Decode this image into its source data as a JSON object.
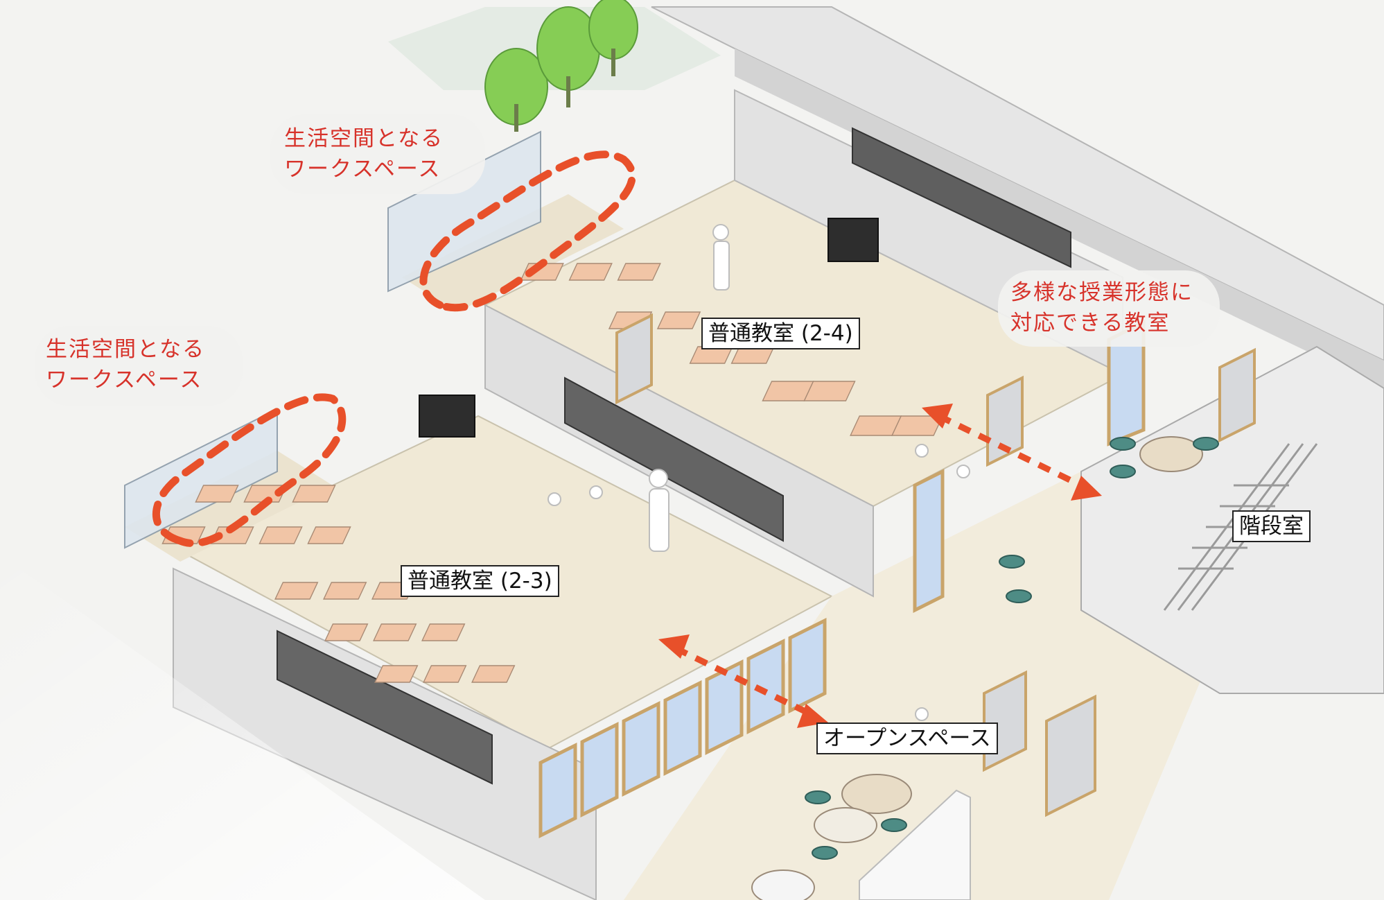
{
  "labels": {
    "workspace_top": [
      "生活空間となる",
      "ワークスペース"
    ],
    "workspace_left": [
      "生活空間となる",
      "ワークスペース"
    ],
    "diverse_classroom": [
      "多様な授業形態に",
      "対応できる教室"
    ],
    "room_2_4": "普通教室 (2-4)",
    "room_2_3": "普通教室 (2-3)",
    "open_space": "オープンスペース",
    "stairwell": "階段室"
  },
  "colors": {
    "accent_red": "#e8502a",
    "label_red": "#d7322a",
    "desk": "#efc4a8",
    "floor": "#efe8d6",
    "wall": "#e9e9e9",
    "wall_dark": "#bdbdbd",
    "glass": "#c9daf0",
    "wood_frame": "#c9a46a",
    "tree": "#7cc94c"
  }
}
